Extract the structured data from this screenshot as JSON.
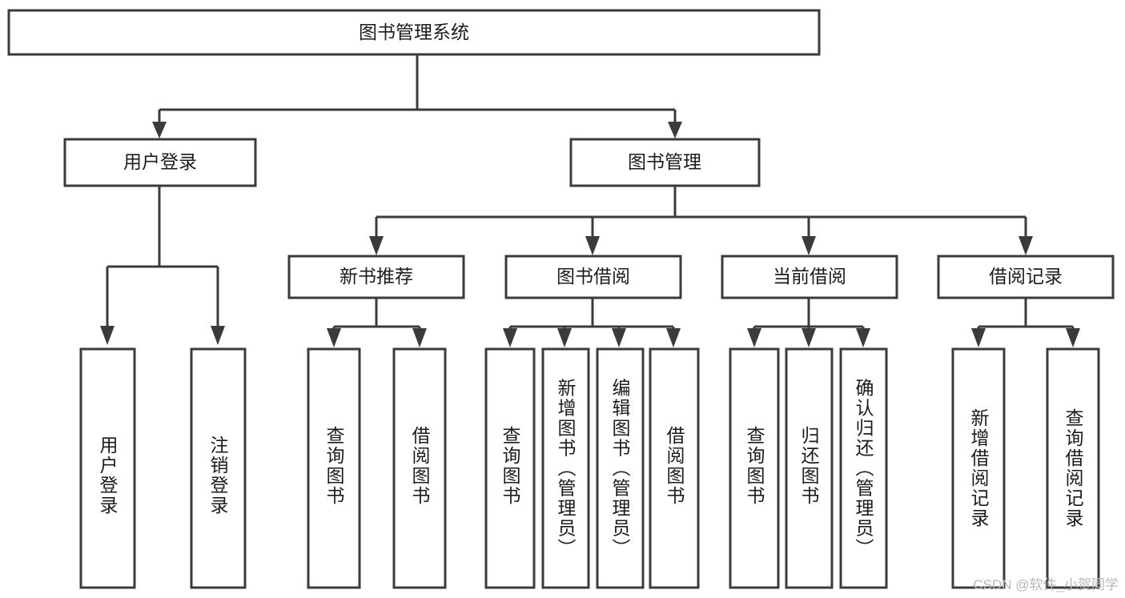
{
  "diagram": {
    "title": "图书管理系统",
    "type": "tree",
    "watermark": "CSDN @软件_小贺同学",
    "colors": {
      "stroke": "#3b3b3b",
      "fill": "#ffffff",
      "text": "#1c1c1c",
      "watermark": "#b9b9b9",
      "background": "#ffffff"
    },
    "nodes": {
      "root": {
        "label": "图书管理系统"
      },
      "level1": [
        {
          "id": "user-login",
          "label": "用户登录"
        },
        {
          "id": "book-management",
          "label": "图书管理"
        }
      ],
      "level2": [
        {
          "id": "new-book-recommend",
          "label": "新书推荐"
        },
        {
          "id": "book-borrow",
          "label": "图书借阅"
        },
        {
          "id": "current-borrow",
          "label": "当前借阅"
        },
        {
          "id": "borrow-record",
          "label": "借阅记录"
        }
      ],
      "leaves": {
        "user_login": [
          {
            "id": "leaf-user-login",
            "label": "用户登录"
          },
          {
            "id": "leaf-logout-login",
            "label": "注销登录"
          }
        ],
        "new_book_recommend": [
          {
            "id": "leaf-query-book-1",
            "label": "查询图书"
          },
          {
            "id": "leaf-borrow-book-1",
            "label": "借阅图书"
          }
        ],
        "book_borrow": [
          {
            "id": "leaf-query-book-2",
            "label": "查询图书"
          },
          {
            "id": "leaf-add-book",
            "label": "新增图书（管理员）"
          },
          {
            "id": "leaf-edit-book",
            "label": "编辑图书（管理员）"
          },
          {
            "id": "leaf-borrow-book-2",
            "label": "借阅图书"
          }
        ],
        "current_borrow": [
          {
            "id": "leaf-query-book-3",
            "label": "查询图书"
          },
          {
            "id": "leaf-return-book",
            "label": "归还图书"
          },
          {
            "id": "leaf-confirm-return",
            "label": "确认归还（管理员）"
          }
        ],
        "borrow_record": [
          {
            "id": "leaf-add-record",
            "label": "新增借阅记录"
          },
          {
            "id": "leaf-query-record",
            "label": "查询借阅记录"
          }
        ]
      }
    }
  }
}
